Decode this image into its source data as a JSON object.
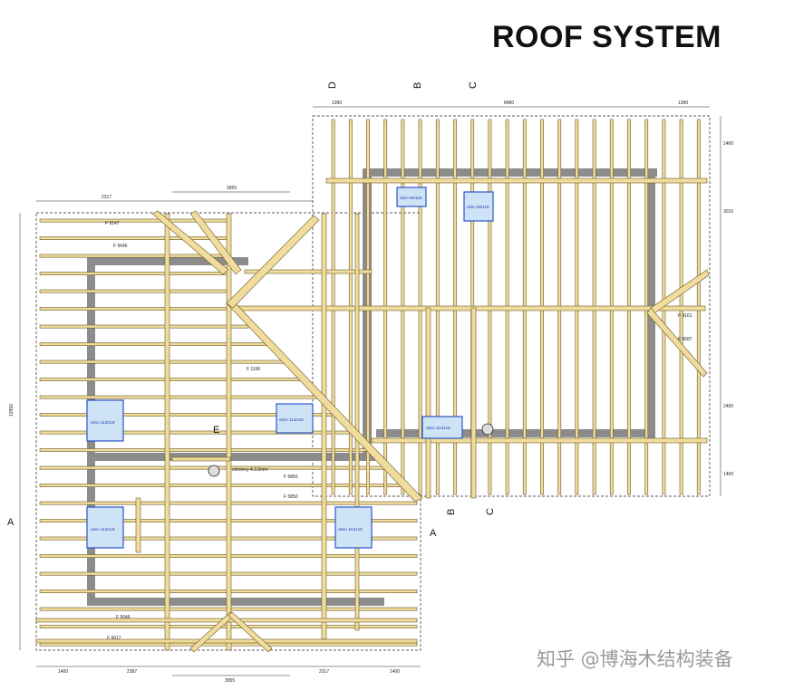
{
  "title": "ROOF SYSTEM",
  "watermark": "知乎 @博海木结构装备",
  "section_markers": {
    "a_left": "A",
    "a_bottom": "A",
    "b_top": "B",
    "b_bottom": "B",
    "c_top": "C",
    "c_bottom": "C",
    "d_top": "D",
    "e_mid": "E"
  },
  "dimensions": {
    "top_left_a": "2317",
    "top_left_b": "3955",
    "top_right_total": "8480",
    "top_right_a": "1390",
    "top_right_b": "1390",
    "bottom_a": "1400",
    "bottom_b": "2387",
    "bottom_c": "3955",
    "bottom_d": "2317",
    "bottom_e": "1400",
    "right_a": "1400",
    "right_b": "3015",
    "right_c": "2400",
    "right_d": "1400",
    "left_height": "12950"
  },
  "labels": {
    "chimney": "chimney 4.3.5mm",
    "rafter_a": "F 5646",
    "rafter_b": "F 1106",
    "rafter_c": "F 5850",
    "rafter_d": "F 5850",
    "rafter_e": "F 5646",
    "rafter_f": "F 5617",
    "rafter_g": "F 9147",
    "rafter_h": "F 8687",
    "rafter_i": "F 9161"
  },
  "windows": {
    "w1": "okno 114/118",
    "w2": "okno 114/118",
    "w3": "okno 114/118",
    "w4": "okno 114/118",
    "w5": "okno 66/118",
    "w6": "okno 66/118",
    "w7": "okno 114/118"
  }
}
